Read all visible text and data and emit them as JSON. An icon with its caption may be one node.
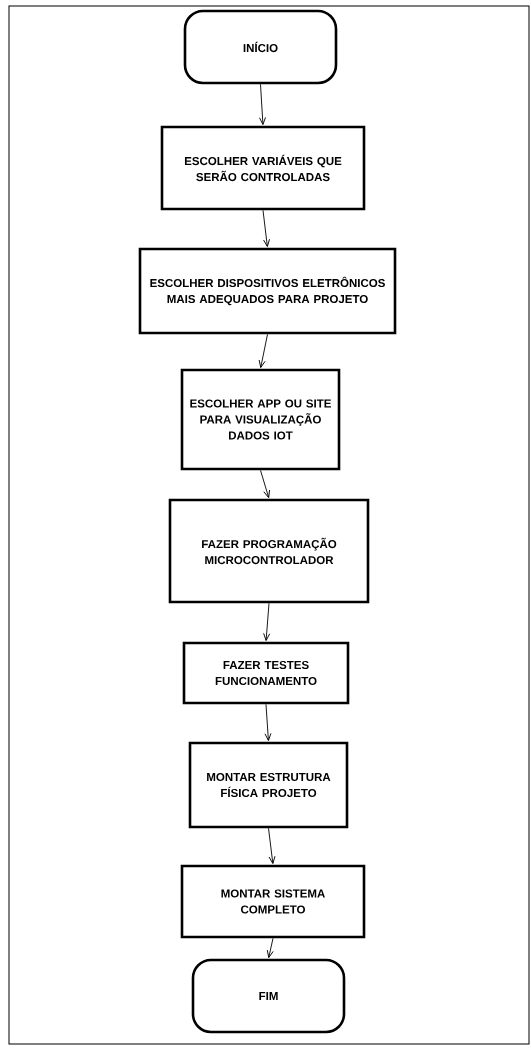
{
  "diagram": {
    "nodes": [
      {
        "text": [
          "INÍCIO"
        ]
      },
      {
        "text": [
          "ESCOLHER VARIÁVEIS QUE SERÃO CONTROLADAS"
        ]
      },
      {
        "text": [
          "ESCOLHER DISPOSITIVOS ELETRÔNICOS MAIS ADEQUADOS PARA PROJETO"
        ]
      },
      {
        "text": [
          "ESCOLHER APP OU SITE PARA VISUALIZAÇÃO DADOS IOT"
        ]
      },
      {
        "text": [
          "FAZER PROGRAMAÇÃO MICROCONTROLADOR"
        ]
      },
      {
        "text": [
          "FAZER TESTES FUNCIONAMENTO"
        ]
      },
      {
        "text": [
          "MONTAR ESTRUTURA FÍSICA PROJETO"
        ]
      },
      {
        "text": [
          "MONTAR SISTEMA COMPLETO"
        ]
      },
      {
        "text": [
          "FIM"
        ]
      }
    ],
    "edges": [
      {
        "from": 0,
        "to": 1,
        "arrow": "to"
      },
      {
        "from": 1,
        "to": 2,
        "arrow": "to"
      },
      {
        "from": 2,
        "to": 3,
        "arrow": "to"
      },
      {
        "from": 3,
        "to": 4,
        "arrow": "to"
      },
      {
        "from": 4,
        "to": 5,
        "arrow": "to"
      },
      {
        "from": 5,
        "to": 6,
        "arrow": "to"
      },
      {
        "from": 6,
        "to": 7,
        "arrow": "to"
      },
      {
        "from": 7,
        "to": 8,
        "arrow": "to"
      }
    ]
  }
}
